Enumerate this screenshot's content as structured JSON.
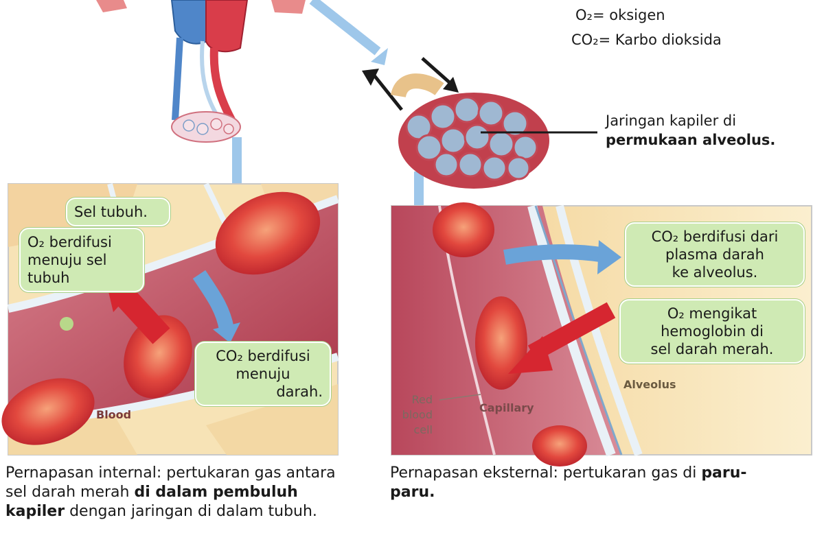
{
  "legend": {
    "o2": "O₂= oksigen",
    "co2": "CO₂= Karbo dioksida"
  },
  "alveolus_label": {
    "line1": "Jaringan kapiler di",
    "line2_bold": "permukaan alveolus."
  },
  "internal_panel": {
    "sel_tubuh": "Sel tubuh.",
    "o2_bubble": [
      "O₂ berdifusi",
      "menuju sel",
      "tubuh"
    ],
    "co2_bubble": [
      "CO₂ berdifusi",
      "menuju",
      "darah."
    ],
    "blood_label": "Blood"
  },
  "external_panel": {
    "co2_bubble": [
      "CO₂ berdifusi dari",
      "plasma darah",
      "ke alveolus."
    ],
    "o2_bubble": [
      "O₂ mengikat",
      "hemoglobin di",
      "sel darah merah."
    ],
    "alveolus_label": "Alveolus",
    "capillary_label": "Capillary",
    "rbc_label": [
      "Red",
      "blood",
      "cell"
    ]
  },
  "caption_internal": {
    "part1": "Pernapasan internal: pertukaran gas antara sel darah merah ",
    "bold1": "di dalam pembuluh kapiler",
    "part2": " dengan jaringan di dalam tubuh."
  },
  "caption_external": {
    "part1": "Pernapasan eksternal: pertukaran gas di ",
    "bold1": "paru-paru."
  },
  "colors": {
    "bubble_fill": "#cfeab4",
    "blood_red": "#c8323c",
    "vessel_wall": "#b7d3e6",
    "tissue": "#f3d7a6",
    "arrow_blue": "#6aa3d8",
    "arrow_red": "#d62630"
  }
}
